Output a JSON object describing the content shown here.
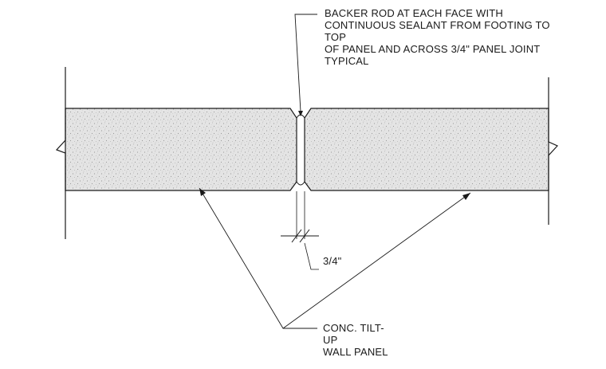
{
  "notes": {
    "backer_rod": {
      "lines": [
        "BACKER ROD AT EACH FACE WITH",
        "CONTINUOUS SEALANT FROM FOOTING TO",
        "TOP",
        "OF PANEL AND ACROSS 3/4\" PANEL JOINT",
        "TYPICAL"
      ]
    },
    "joint_dimension": "3/4\"",
    "wall_panel": {
      "lines": [
        "CONC. TILT-",
        "UP",
        "WALL PANEL"
      ]
    }
  },
  "colors": {
    "line": "#1a1a1a",
    "concrete_fill": "#e4e4e4",
    "concrete_speckle": "#9a9a9a",
    "background": "#ffffff"
  }
}
